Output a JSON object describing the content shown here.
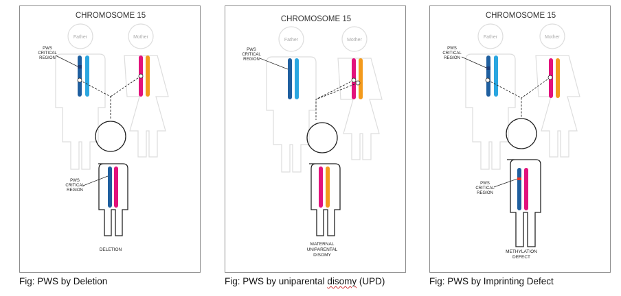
{
  "colors": {
    "father_dark": "#1f5f9f",
    "father_light": "#2aa6e0",
    "mother_pink": "#e2127c",
    "mother_orange": "#f39a1c",
    "deletion_mark": "#1a3c78",
    "outline": "#111111",
    "faint_outline": "#dddddd"
  },
  "panels": [
    {
      "title": "CHROMOSOME 15",
      "father_label": "Father",
      "mother_label": "Mother",
      "parent_region_label": [
        "PWS",
        "CRITICAL",
        "REGION"
      ],
      "child_region_label": [
        "PWS",
        "CRITICAL",
        "REGION"
      ],
      "bottom_label": [
        "DELETION"
      ],
      "caption_prefix": "Fig: PWS by Deletion",
      "caption_squiggle": "",
      "caption_suffix": ""
    },
    {
      "title": "CHROMOSOME 15",
      "father_label": "Father",
      "mother_label": "Mother",
      "parent_region_label": [
        "PWS",
        "CRITICAL",
        "REGION"
      ],
      "child_region_label": [],
      "bottom_label": [
        "MATERNAL",
        "UNIPARENTAL",
        "DISOMY"
      ],
      "caption_prefix": "Fig: PWS by uniparental ",
      "caption_squiggle": "disomy",
      "caption_suffix": " (UPD)"
    },
    {
      "title": "CHROMOSOME 15",
      "father_label": "Father",
      "mother_label": "Mother",
      "parent_region_label": [
        "PWS",
        "CRITICAL",
        "REGION"
      ],
      "child_region_label": [
        "PWS",
        "CRITICAL",
        "REGION"
      ],
      "bottom_label": [
        "METHYLATION",
        "DEFECT"
      ],
      "caption_prefix": "Fig: PWS by Imprinting Defect",
      "caption_squiggle": "",
      "caption_suffix": ""
    }
  ]
}
